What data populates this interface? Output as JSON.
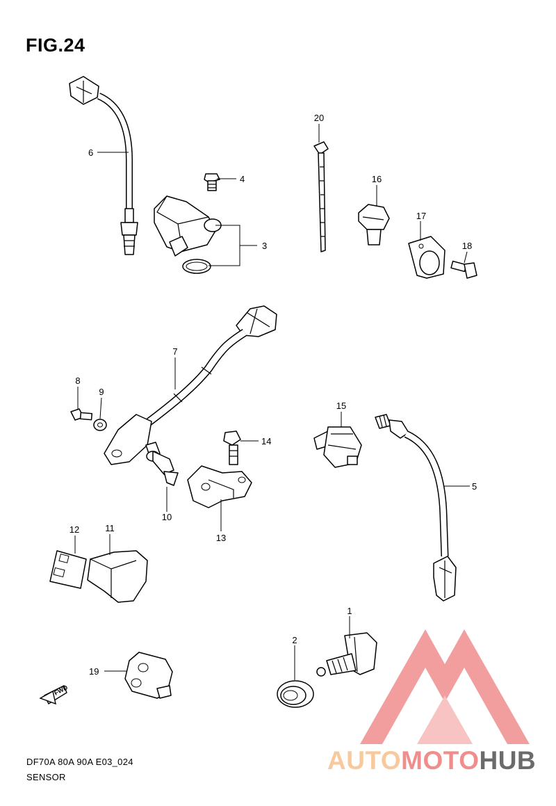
{
  "figure": {
    "title": "FIG.24",
    "code": "DF70A 80A 90A E03_024",
    "name": "SENSOR"
  },
  "callouts": [
    "1",
    "2",
    "3",
    "4",
    "5",
    "6",
    "7",
    "8",
    "9",
    "10",
    "11",
    "12",
    "13",
    "14",
    "15",
    "16",
    "17",
    "18",
    "19",
    "20"
  ],
  "fwd_label": "FWD",
  "watermark": {
    "part1": "AUTO",
    "part2": "MOTO",
    "part3": "HUB",
    "colors": {
      "auto": "#f7c99d",
      "moto": "#f08e8e",
      "hub": "#6b6b6b",
      "triangle": "#f08e8e"
    }
  }
}
